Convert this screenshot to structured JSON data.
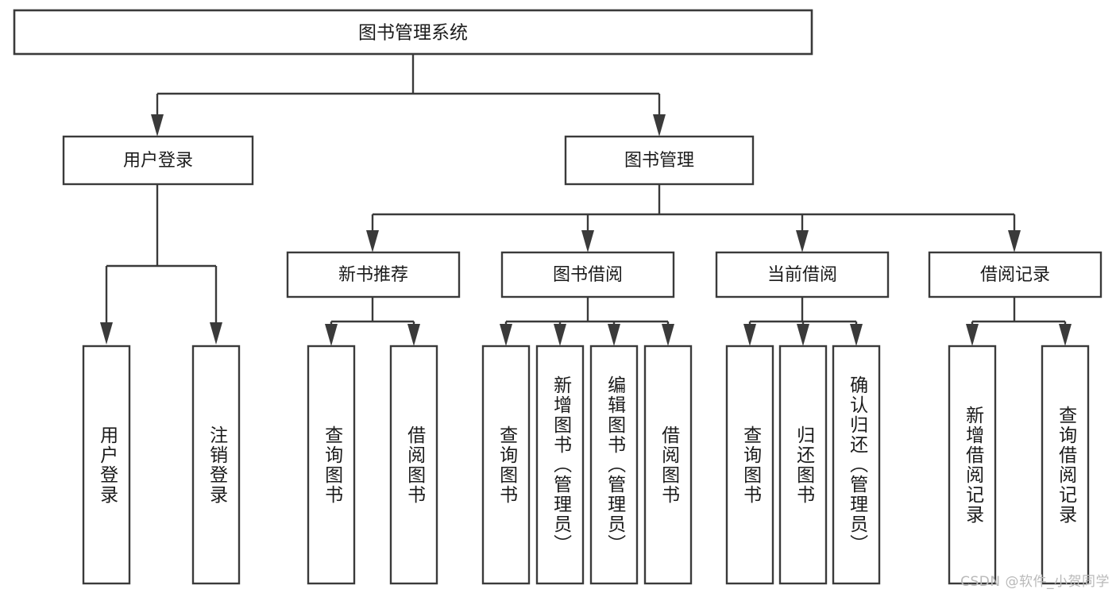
{
  "diagram": {
    "type": "tree",
    "title": "图书管理系统",
    "orientation": "top-down",
    "colors": {
      "background": "#ffffff",
      "box_fill": "#ffffff",
      "stroke": "#3a3a3a",
      "text": "#1b1b1b",
      "watermark": "#b9b9b9"
    },
    "root": {
      "id": "root",
      "label": "图书管理系统"
    },
    "level2": [
      {
        "id": "user-login",
        "label": "用户登录"
      },
      {
        "id": "book-management",
        "label": "图书管理"
      }
    ],
    "level3": [
      {
        "id": "new-book-recommend",
        "label": "新书推荐",
        "parent": "book-management"
      },
      {
        "id": "book-borrow",
        "label": "图书借阅",
        "parent": "book-management"
      },
      {
        "id": "current-borrow",
        "label": "当前借阅",
        "parent": "book-management"
      },
      {
        "id": "borrow-record",
        "label": "借阅记录",
        "parent": "book-management"
      }
    ],
    "leaves": [
      {
        "id": "leaf-user-login",
        "label": "用户登录",
        "parent": "user-login"
      },
      {
        "id": "leaf-logout-login",
        "label": "注销登录",
        "parent": "user-login"
      },
      {
        "id": "leaf-query-book-1",
        "label": "查询图书",
        "parent": "new-book-recommend"
      },
      {
        "id": "leaf-borrow-book-1",
        "label": "借阅图书",
        "parent": "new-book-recommend"
      },
      {
        "id": "leaf-query-book-2",
        "label": "查询图书",
        "parent": "book-borrow"
      },
      {
        "id": "leaf-add-book",
        "label": "新增图书（管理员）",
        "parent": "book-borrow"
      },
      {
        "id": "leaf-edit-book",
        "label": "编辑图书（管理员）",
        "parent": "book-borrow"
      },
      {
        "id": "leaf-borrow-book-2",
        "label": "借阅图书",
        "parent": "book-borrow"
      },
      {
        "id": "leaf-query-book-3",
        "label": "查询图书",
        "parent": "current-borrow"
      },
      {
        "id": "leaf-return-book",
        "label": "归还图书",
        "parent": "current-borrow"
      },
      {
        "id": "leaf-confirm-return",
        "label": "确认归还（管理员）",
        "parent": "current-borrow"
      },
      {
        "id": "leaf-add-record",
        "label": "新增借阅记录",
        "parent": "borrow-record"
      },
      {
        "id": "leaf-query-record",
        "label": "查询借阅记录",
        "parent": "borrow-record"
      }
    ],
    "watermark": "CSDN @软件_小贺同学"
  }
}
